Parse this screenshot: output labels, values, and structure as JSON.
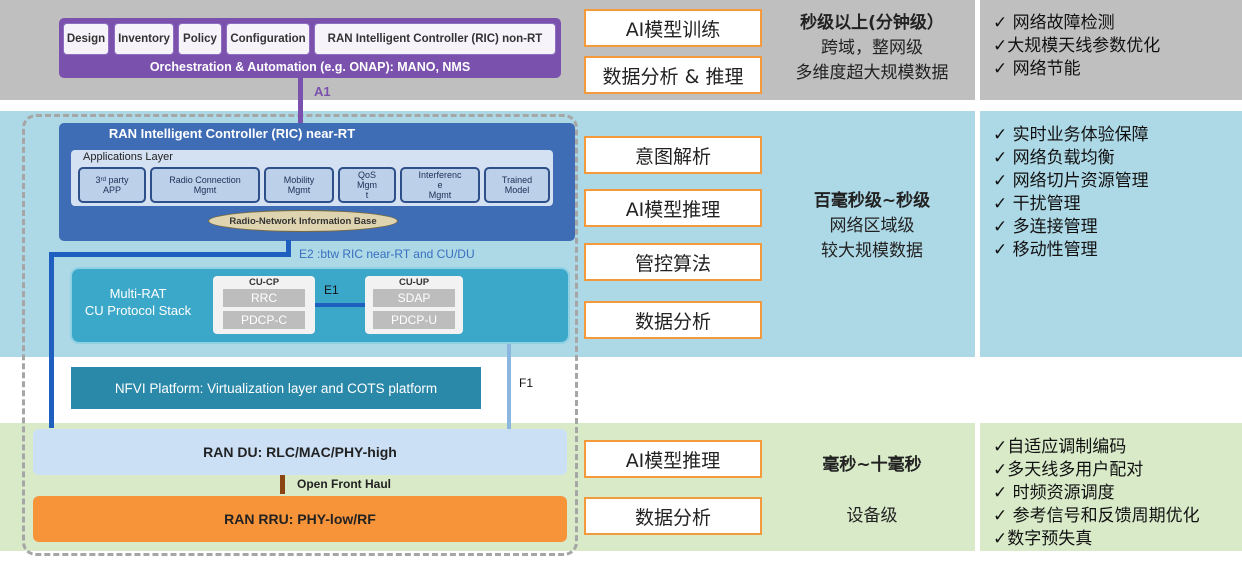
{
  "tier1": {
    "non_rt_buttons": [
      "Design",
      "Inventory",
      "Policy",
      "Configuration",
      "RAN Intelligent Controller (RIC) non-RT"
    ],
    "orchestration_label": "Orchestration & Automation (e.g. ONAP): MANO, NMS",
    "a1_label": "A1",
    "functions": [
      "AI模型训练",
      "数据分析 & 推理"
    ],
    "latency": "秒级以上(分钟级）",
    "scope": "跨域，整网级",
    "data_scale": "多维度超大规模数据",
    "use_cases": [
      "✓ 网络故障检测",
      "✓大规模天线参数优化",
      "✓ 网络节能"
    ]
  },
  "tier2": {
    "near_rt_title": "RAN Intelligent Controller (RIC) near-RT",
    "apps_layer_label": "Applications Layer",
    "apps": [
      {
        "line1": "3ʳᵈ party",
        "line2": "APP",
        "line3": ""
      },
      {
        "line1": "Radio Connection",
        "line2": "Mgmt",
        "line3": ""
      },
      {
        "line1": "Mobility",
        "line2": "Mgmt",
        "line3": ""
      },
      {
        "line1": "QoS",
        "line2": "Mgm",
        "line3": "t"
      },
      {
        "line1": "Interferenc",
        "line2": "e",
        "line3": "Mgmt"
      },
      {
        "line1": "Trained",
        "line2": "Model",
        "line3": ""
      }
    ],
    "rnib_label": "Radio-Network Information Base",
    "e2_label": "E2 :btw RIC near-RT and CU/DU",
    "cu_stack_line1": "Multi-RAT",
    "cu_stack_line2": "CU Protocol Stack",
    "cu_cp_label": "CU-CP",
    "cu_cp_cells": [
      "RRC",
      "PDCP-C"
    ],
    "e1_label": "E1",
    "cu_up_label": "CU-UP",
    "cu_up_cells": [
      "SDAP",
      "PDCP-U"
    ],
    "nfvi_label": "NFVI Platform: Virtualization layer and COTS platform",
    "f1_label": "F1",
    "functions": [
      "意图解析",
      "AI模型推理",
      "管控算法",
      "数据分析"
    ],
    "latency": "百毫秒级~秒级",
    "scope": "网络区域级",
    "data_scale": "较大规模数据",
    "use_cases": [
      "✓ 实时业务体验保障",
      "✓ 网络负载均衡",
      "✓ 网络切片资源管理",
      "✓ 干扰管理",
      "✓ 多连接管理",
      "✓ 移动性管理"
    ]
  },
  "tier3": {
    "du_label": "RAN DU: RLC/MAC/PHY-high",
    "fronthaul_label": "Open Front Haul",
    "rru_label": "RAN RRU: PHY-low/RF",
    "functions": [
      "AI模型推理",
      "数据分析"
    ],
    "latency": "毫秒~十毫秒",
    "scope": "设备级",
    "use_cases": [
      "✓自适应调制编码",
      "✓多天线多用户配对",
      "✓ 时频资源调度",
      "✓ 参考信号和反馈周期优化",
      "✓数字预失真"
    ]
  }
}
